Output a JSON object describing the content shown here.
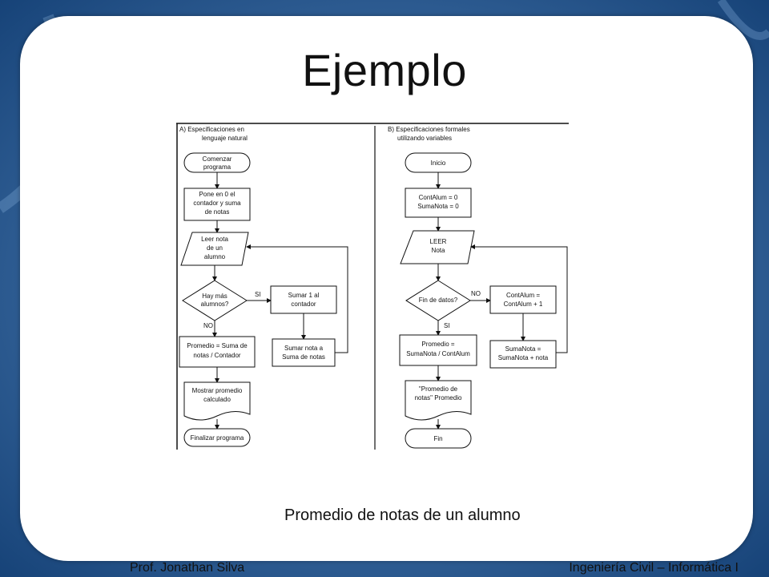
{
  "slide": {
    "title": "Ejemplo",
    "caption": "Promedio de notas de un alumno",
    "footer_left": "Prof. Jonathan Silva",
    "footer_right": "Ingeniería Civil – Informática I"
  },
  "colors": {
    "background": "#1c4f86",
    "panel": "#ffffff"
  },
  "diagram": {
    "left": {
      "heading": [
        "A) Especificaciones en",
        "lenguaje natural"
      ],
      "start": [
        "Comenzar",
        "programa"
      ],
      "init": [
        "Pone en 0 el",
        "contador y suma",
        "de notas"
      ],
      "read": [
        "Leer nota",
        "de un",
        "alumno"
      ],
      "decision": [
        "Hay más",
        "alumnos?"
      ],
      "yes_label": "SI",
      "no_label": "NO",
      "increment": [
        "Sumar 1 al",
        "contador"
      ],
      "accumulate": [
        "Sumar nota a",
        "Suma de notas"
      ],
      "average": [
        "Promedio = Suma de",
        "notas / Contador"
      ],
      "output": [
        "Mostrar promedio",
        "calculado"
      ],
      "end": "Finalizar programa"
    },
    "right": {
      "heading": [
        "B) Especificaciones formales",
        "utilizando variables"
      ],
      "start": "Inicio",
      "init": [
        "ContAlum = 0",
        "SumaNota = 0"
      ],
      "read": [
        "LEER",
        "Nota"
      ],
      "decision": "Fin de datos?",
      "no_label": "NO",
      "yes_label": "SI",
      "increment": [
        "ContAlum =",
        "ContAlum + 1"
      ],
      "accumulate": [
        "SumaNota =",
        "SumaNota + nota"
      ],
      "average": [
        "Promedio =",
        "SumaNota / ContAlum"
      ],
      "output": [
        "\"Promedio de",
        "notas\" Promedio"
      ],
      "end": "Fin"
    }
  }
}
